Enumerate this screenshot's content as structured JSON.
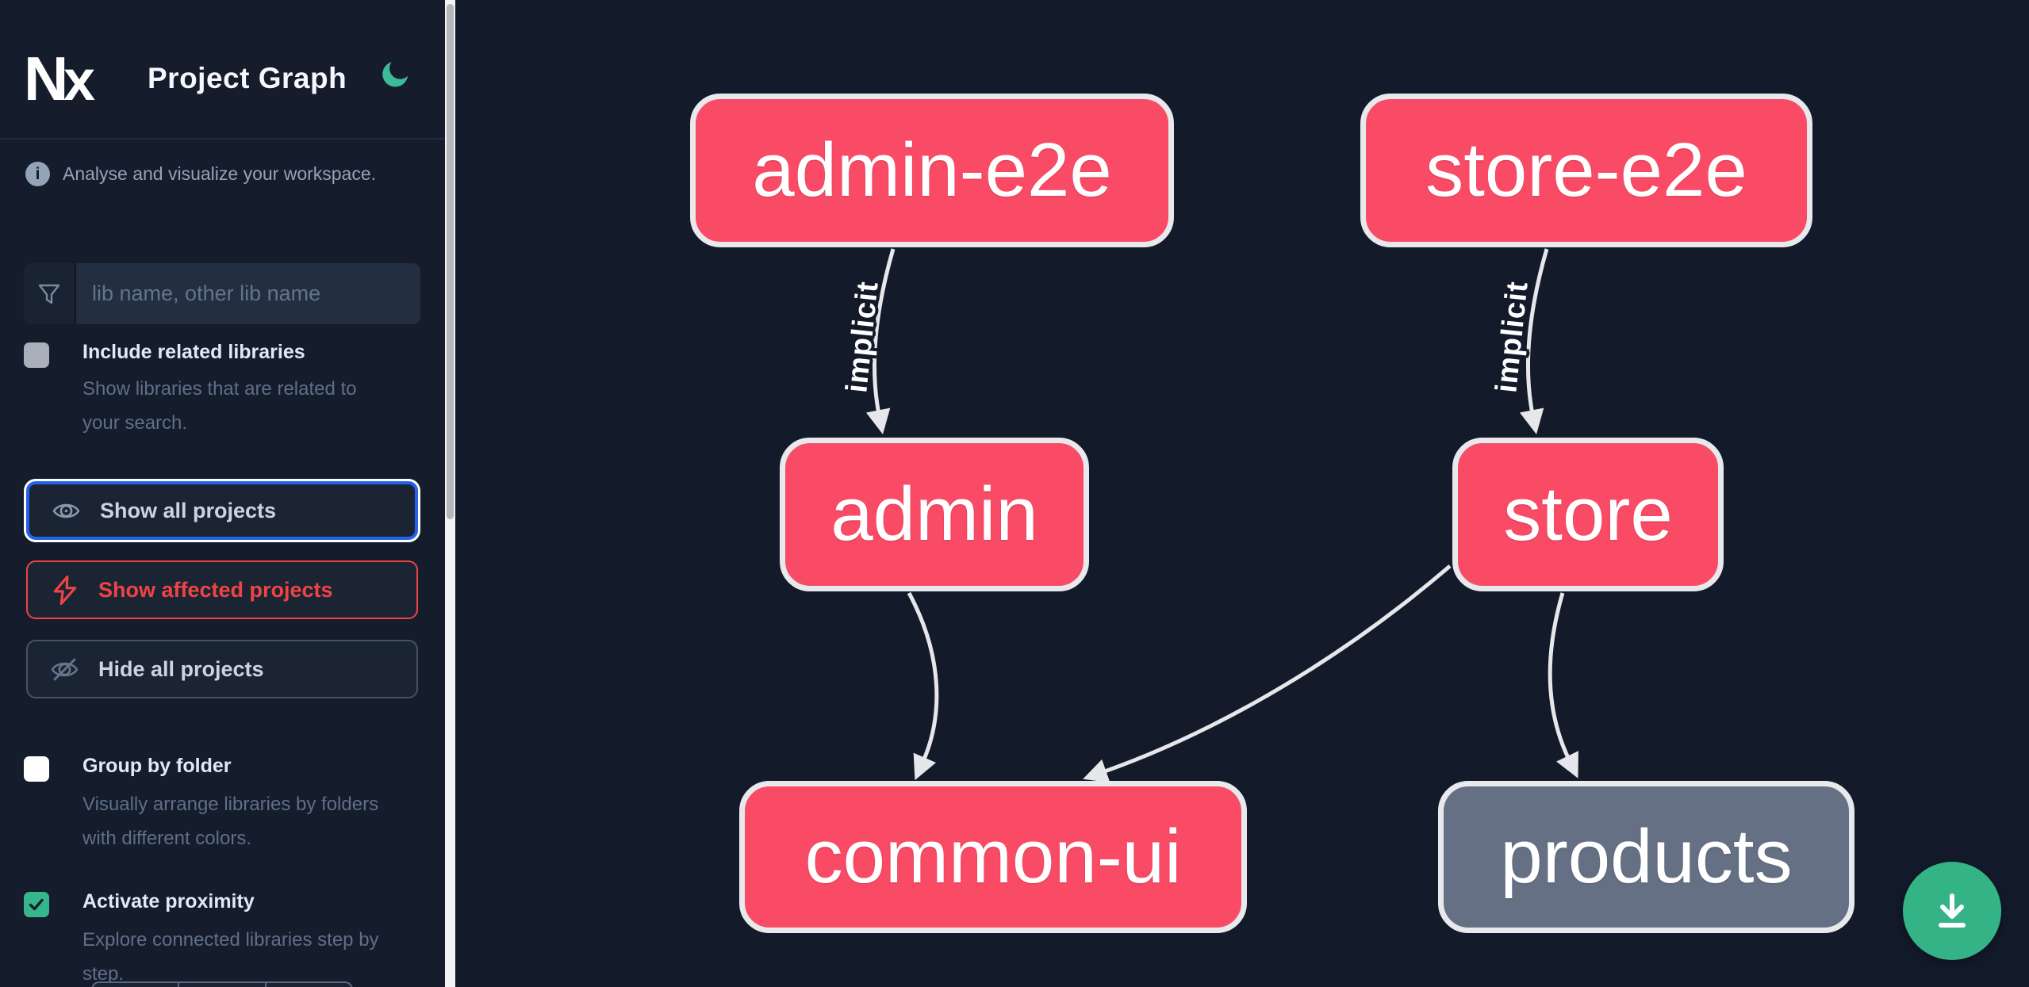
{
  "header": {
    "logo_text": "Nx",
    "title": "Project Graph"
  },
  "intro": {
    "text": "Analyse and visualize your workspace."
  },
  "search": {
    "placeholder": "lib name, other lib name",
    "value": ""
  },
  "options": {
    "include_related": {
      "label": "Include related libraries",
      "description": "Show libraries that are related to your search.",
      "checked": false
    },
    "group_by_folder": {
      "label": "Group by folder",
      "description": "Visually arrange libraries by folders with different colors.",
      "checked": false
    },
    "activate_proximity": {
      "label": "Activate proximity",
      "description": "Explore connected libraries step by step.",
      "checked": true
    }
  },
  "actions": {
    "show_all": {
      "label": "Show all projects",
      "icon": "eye-icon"
    },
    "show_affected": {
      "label": "Show affected projects",
      "icon": "bolt-icon"
    },
    "hide_all": {
      "label": "Hide all projects",
      "icon": "eye-off-icon"
    }
  },
  "graph": {
    "nodes": [
      {
        "id": "admin-e2e",
        "label": "admin-e2e",
        "kind": "affected"
      },
      {
        "id": "store-e2e",
        "label": "store-e2e",
        "kind": "affected"
      },
      {
        "id": "admin",
        "label": "admin",
        "kind": "affected"
      },
      {
        "id": "store",
        "label": "store",
        "kind": "affected"
      },
      {
        "id": "common-ui",
        "label": "common-ui",
        "kind": "affected"
      },
      {
        "id": "products",
        "label": "products",
        "kind": "default"
      }
    ],
    "edges": [
      {
        "from": "admin-e2e",
        "to": "admin",
        "label": "implicit"
      },
      {
        "from": "store-e2e",
        "to": "store",
        "label": "implicit"
      },
      {
        "from": "admin",
        "to": "common-ui",
        "label": ""
      },
      {
        "from": "store",
        "to": "common-ui",
        "label": ""
      },
      {
        "from": "store",
        "to": "products",
        "label": ""
      }
    ]
  },
  "fab": {
    "action": "download-image"
  },
  "colors": {
    "background": "#131a2a",
    "node_affected": "#fa4b66",
    "node_default": "#667084",
    "node_border": "#e7e9ed",
    "edge": "#e5e7eb",
    "accent_green": "#34b486",
    "focus_blue": "#2563eb",
    "danger_red": "#ef4444"
  }
}
